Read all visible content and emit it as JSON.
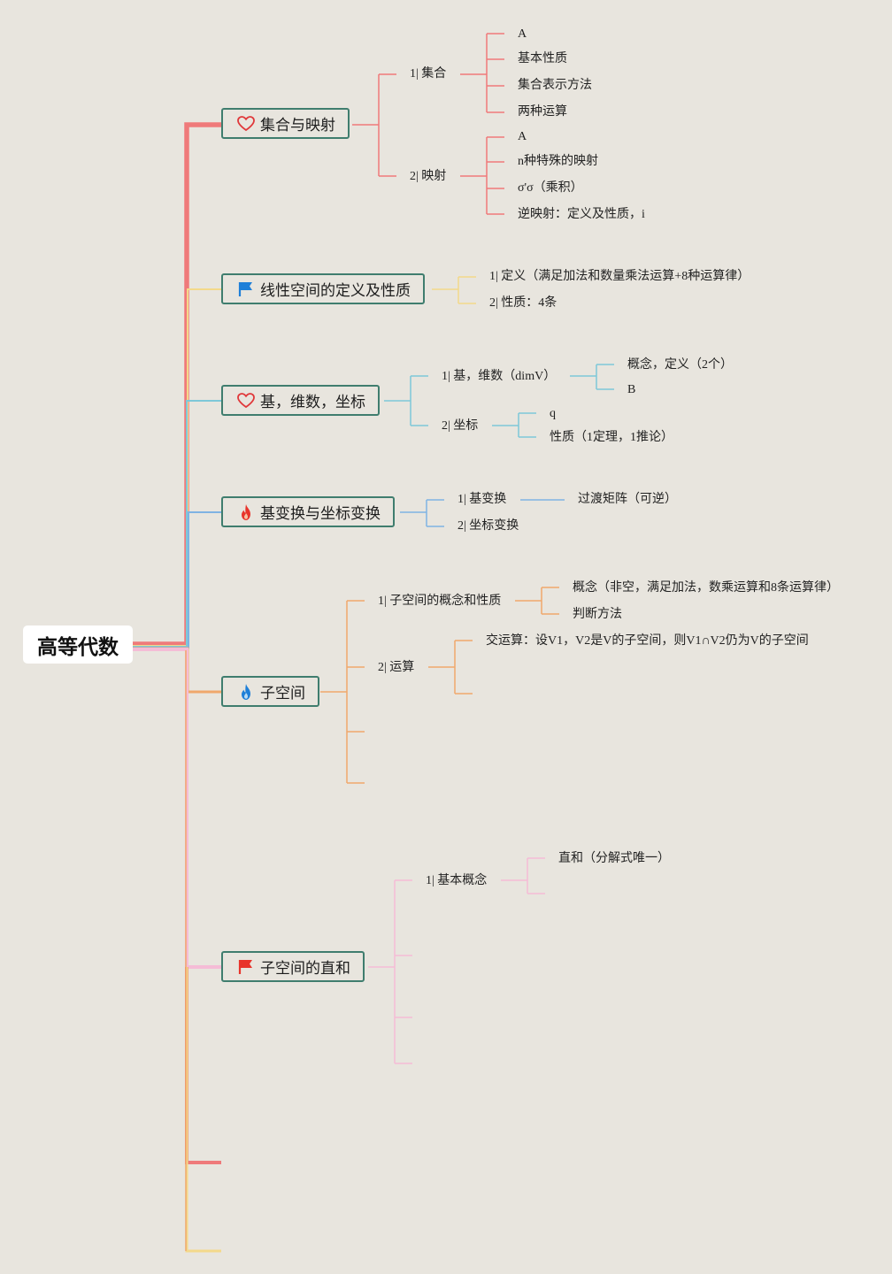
{
  "root": {
    "label": "高等代数"
  },
  "branches": [
    {
      "label": "集合与映射",
      "icon": "heart-outline-icon",
      "color": "#ef7a7a",
      "children": [
        {
          "label": "1| 集合",
          "children": [
            "A",
            "基本性质",
            "集合表示方法",
            "两种运算"
          ]
        },
        {
          "label": "2| 映射",
          "children": [
            "A",
            "n种特殊的映射",
            "σ'σ（乘积）",
            "逆映射：定义及性质，i"
          ]
        }
      ]
    },
    {
      "label": "线性空间的定义及性质",
      "icon": "blue-flag-icon",
      "color": "#f3d98a",
      "children": [
        {
          "label": "1| 定义（满足加法和数量乘法运算+8种运算律）",
          "children": []
        },
        {
          "label": "2| 性质：4条",
          "children": []
        }
      ]
    },
    {
      "label": "基，维数，坐标",
      "icon": "heart-outline-icon",
      "color": "#7ec8d8",
      "children": [
        {
          "label": "1| 基，维数（dimV）",
          "children": [
            "概念，定义（2个）",
            "B"
          ]
        },
        {
          "label": "2| 坐标",
          "children": [
            "q",
            "性质（1定理，1推论）"
          ]
        }
      ]
    },
    {
      "label": "基变换与坐标变换",
      "icon": "red-fire-icon",
      "color": "#7fb3e3",
      "children": [
        {
          "label": "1| 基变换",
          "children": [
            "过渡矩阵（可逆）"
          ]
        },
        {
          "label": "2| 坐标变换",
          "children": []
        }
      ]
    },
    {
      "label": "子空间",
      "icon": "blue-fire-icon",
      "color": "#f0a86c",
      "children": [
        {
          "label": "1| 子空间的概念和性质",
          "children": [
            "概念（非空，满足加法，数乘运算和8条运算律）",
            "判断方法"
          ]
        },
        {
          "label": "2| 运算",
          "children": [
            "交运算：设V1，V2是V的子空间，则V1∩V2仍为V的子空间"
          ]
        }
      ]
    },
    {
      "label": "子空间的直和",
      "icon": "red-flag-icon",
      "color": "#f5bcd6",
      "children": [
        {
          "label": "1| 基本概念",
          "children": [
            "直和（分解式唯一）"
          ]
        }
      ]
    }
  ],
  "colors": {
    "background": "#e8e5de",
    "branch_border": "#3f7d6e",
    "red": "#ef7a7a",
    "yellow": "#f3d98a",
    "cyan": "#7ec8d8",
    "blue": "#7fb3e3",
    "orange": "#f0a86c",
    "pink": "#f5bcd6"
  }
}
